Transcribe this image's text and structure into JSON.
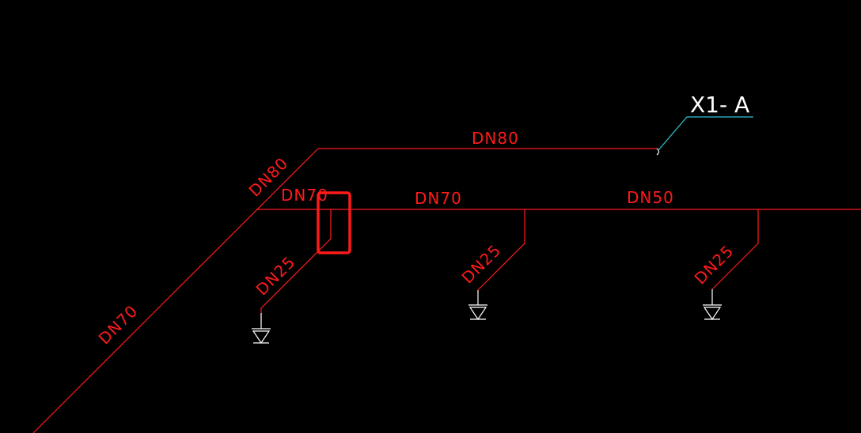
{
  "diagram": {
    "tag": "X1- A",
    "labels": {
      "top_main": "DN80",
      "riser_upper": "DN80",
      "riser_lower": "DN70",
      "branch_left": "DN70",
      "branch_mid": "DN70",
      "branch_right": "DN50",
      "drop_1": "DN25",
      "drop_2": "DN25",
      "drop_3": "DN25"
    },
    "colors": {
      "background": "#000000",
      "pipe": "#ff1a1a",
      "leader": "#2ec4d6",
      "symbol": "#ffffff",
      "highlight": "#ff1a1a"
    }
  }
}
